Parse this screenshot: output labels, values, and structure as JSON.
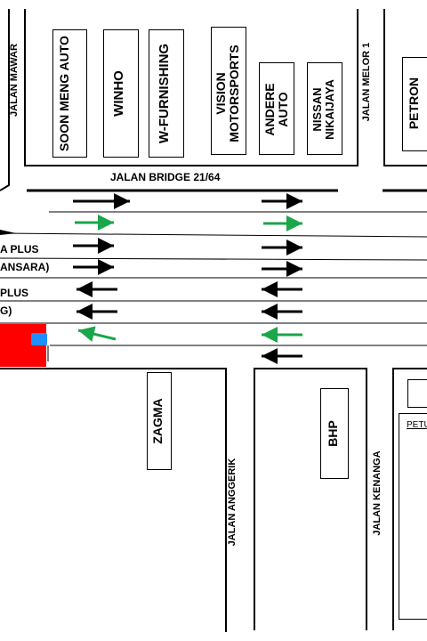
{
  "roads": {
    "jalan_mawar": "JALAN MAWAR",
    "jalan_melor_1": "JALAN MELOR 1",
    "jalan_bridge": "JALAN BRIDGE 21/64",
    "jalan_anggerik": "JALAN ANGGERIK",
    "jalan_kenanga": "JALAN KENANGA",
    "lane_label_1": "A PLUS",
    "lane_label_2": "ANSARA)",
    "lane_label_3": "PLUS",
    "lane_label_4": "G)"
  },
  "shops": {
    "soon_meng": "SOON MENG AUTO",
    "winho": "WINHO",
    "w_furnishing": "W-FURNISHING",
    "vision": "VISION MOTORSPORTS",
    "andere": "ANDERE AUTO",
    "nissan": "NISSAN NIKAIJAYA",
    "petron": "PETRON",
    "zagma": "ZAGMA",
    "bhp": "BHP"
  },
  "legend": {
    "title": "PETU"
  },
  "colors": {
    "red": "#ff0000",
    "green": "#1aa64a",
    "blue": "#1e90ff",
    "black": "#000000"
  }
}
